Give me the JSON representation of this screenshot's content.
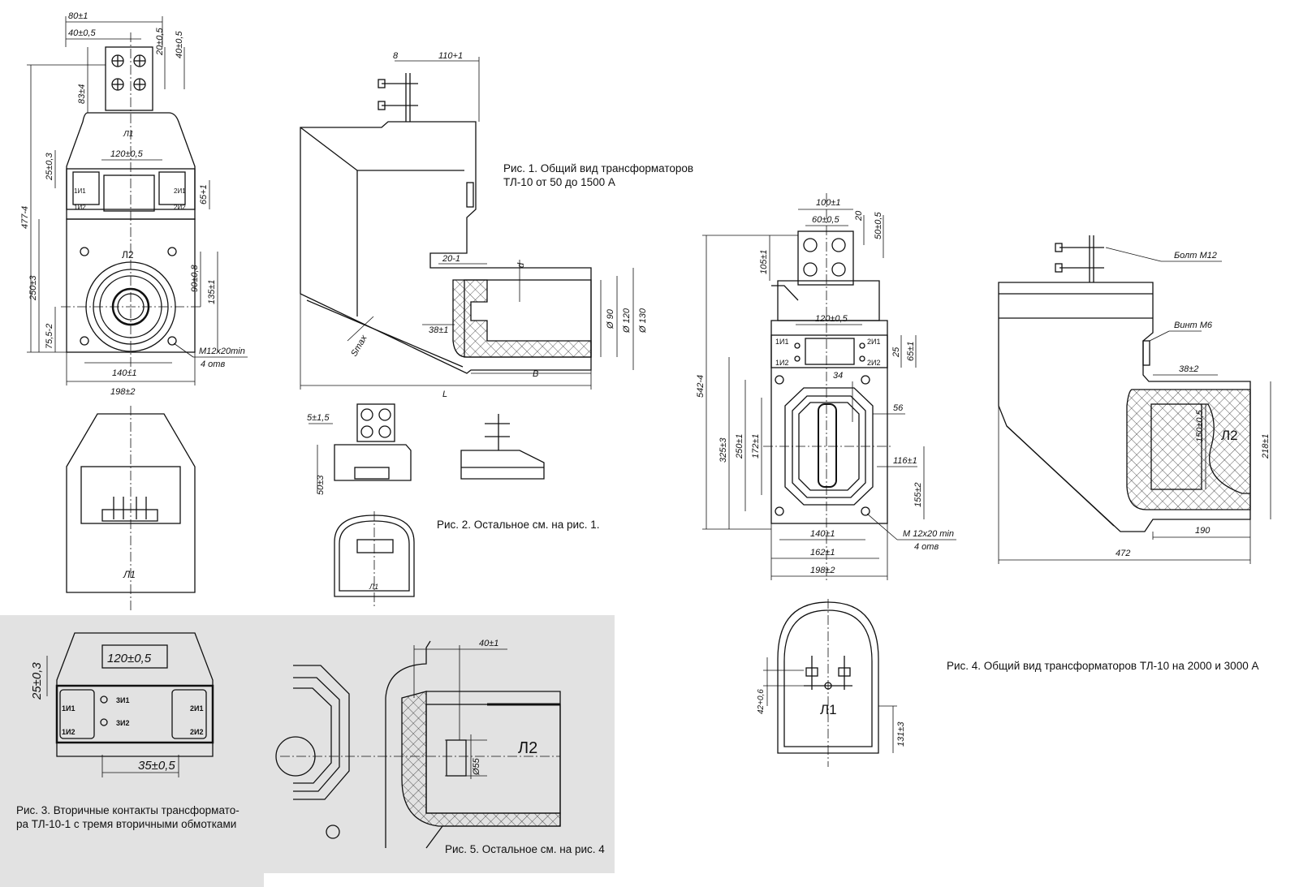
{
  "captions": {
    "fig1_line1": "Рис. 1. Общий вид трансформаторов",
    "fig1_line2": "ТЛ-10 от 50 до 1500 А",
    "fig2": "Рис. 2. Остальное см. на рис. 1.",
    "fig3_line1": "Рис. 3. Вторичные контакты трансформато-",
    "fig3_line2": "ра ТЛ-10-1 с тремя вторичными обмотками",
    "fig4": "Рис. 4. Общий вид трансформаторов ТЛ-10 на 2000 и 3000 А",
    "fig5": "Рис. 5. Остальное см. на рис. 4"
  },
  "fig1_front_dims": {
    "d80": "80±1",
    "d40": "40±0,5",
    "d20": "20±0,5",
    "d40v": "40±0,5",
    "d83": "83±4",
    "d477": "477-4",
    "d25": "25±0,3",
    "d120": "120±0,5",
    "d65": "65+1",
    "d250": "250±3",
    "d90": "90±0,8",
    "d135": "135±1",
    "d75": "75,5-2",
    "d140": "140±1",
    "d198": "198±2",
    "m12": "M12x20min",
    "holes": "4 отв"
  },
  "fig1_front_labels": {
    "l1": "Л1",
    "l2": "Л2",
    "t1i1": "1И1",
    "t1i2": "1И2",
    "t2i1": "2И1",
    "t2i2": "2И2"
  },
  "fig1_side_dims": {
    "d8": "8",
    "d110": "110+1",
    "d20": "20-1",
    "dd": "d",
    "d38": "38±1",
    "smax": "Smax",
    "dL": "L",
    "dB": "B",
    "o90": "Ø 90",
    "o120": "Ø 120",
    "o130": "Ø 130"
  },
  "fig2_dims": {
    "d5": "5±1,5",
    "d50": "50±3",
    "l1": "Л1"
  },
  "fig1_back_labels": {
    "l1": "Л1"
  },
  "fig3": {
    "d120": "120±0,5",
    "d25": "25±0,3",
    "d35": "35±0,5",
    "t1i1": "1И1",
    "t1i2": "1И2",
    "t2i1": "2И1",
    "t2i2": "2И2",
    "t3i1": "3И1",
    "t3i2": "3И2"
  },
  "fig4_front_dims": {
    "d100": "100±1",
    "d60": "60±0,5",
    "d20": "20",
    "d50": "50±0,5",
    "d105": "105±1",
    "d120": "120±0,5",
    "d542": "542-4",
    "d25": "25",
    "d65": "65±1",
    "d34": "34",
    "d56": "56",
    "d325": "325±3",
    "d250": "250±1",
    "d172": "172±1",
    "d116": "116±1",
    "d155": "155±2",
    "d140": "140±1",
    "d162": "162±1",
    "d198": "198±2",
    "m12": "M 12x20 min",
    "holes": "4 отв",
    "t1i1": "1И1",
    "t1i2": "1И2",
    "t2i1": "2И1",
    "t2i2": "2И2"
  },
  "fig4_side_dims": {
    "bolt": "Болт М12",
    "screw": "Винт М6",
    "d38": "38±2",
    "d150": "150±0,5",
    "d218": "218±1",
    "d190": "190",
    "d472": "472",
    "l2": "Л2"
  },
  "fig4_back": {
    "d42": "42+0,6",
    "d131": "131±3",
    "l1": "Л1"
  },
  "fig5": {
    "d40": "40±1",
    "d55": "Ø55",
    "l2": "Л2"
  }
}
